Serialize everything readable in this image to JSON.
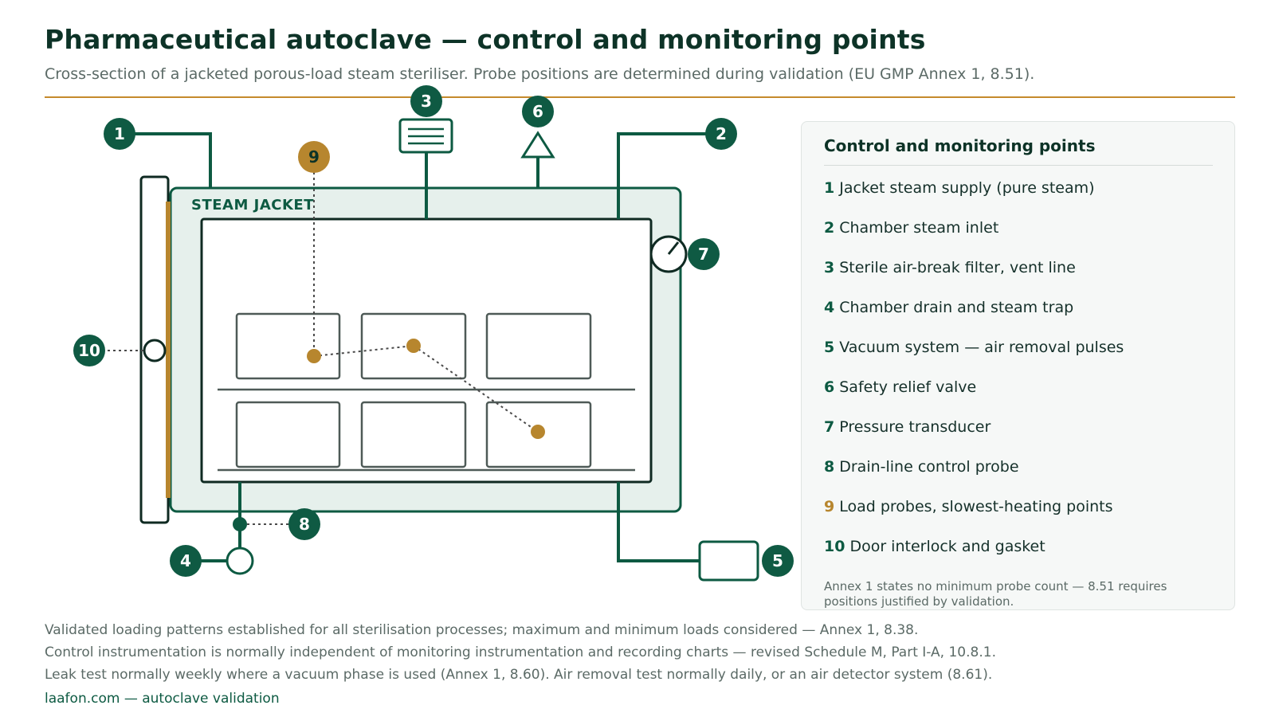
{
  "title": "Pharmaceutical autoclave — control and monitoring points",
  "subtitle": "Cross-section of a jacketed porous-load steam steriliser. Probe positions are determined during validation (EU GMP Annex 1, 8.51).",
  "diagram": {
    "jacket_label": "STEAM JACKET",
    "badges": {
      "b1": "1",
      "b2": "2",
      "b3": "3",
      "b4": "4",
      "b5": "5",
      "b6": "6",
      "b7": "7",
      "b8": "8",
      "b9": "9",
      "b10": "10"
    }
  },
  "legend": {
    "title": "Control and monitoring points",
    "items": [
      {
        "num": "1",
        "label": "Jacket steam supply (pure steam)"
      },
      {
        "num": "2",
        "label": "Chamber steam inlet"
      },
      {
        "num": "3",
        "label": "Sterile air-break filter, vent line"
      },
      {
        "num": "4",
        "label": "Chamber drain and steam trap"
      },
      {
        "num": "5",
        "label": "Vacuum system — air removal pulses"
      },
      {
        "num": "6",
        "label": "Safety relief valve"
      },
      {
        "num": "7",
        "label": "Pressure transducer"
      },
      {
        "num": "8",
        "label": "Drain-line control probe"
      },
      {
        "num": "9",
        "label": "Load probes, slowest-heating points"
      },
      {
        "num": "10",
        "label": "Door interlock and gasket"
      }
    ],
    "note": "Annex 1 states no minimum probe count — 8.51 requires positions justified by validation."
  },
  "footer": {
    "lines": [
      "Validated loading patterns established for all sterilisation processes; maximum and minimum loads considered — Annex 1, 8.38.",
      "Control instrumentation is normally independent of monitoring instrumentation and recording charts — revised Schedule M, Part I-A, 10.8.1.",
      "Leak test normally weekly where a vacuum phase is used (Annex 1, 8.60). Air removal test normally daily, or an air detector system (8.61)."
    ],
    "link": "laafon.com — autoclave validation"
  },
  "colors": {
    "green_dark": "#0d5a42",
    "green_badge": "#0f5a43",
    "jacket_fill": "#e6f0ec",
    "gold": "#b7862e",
    "accent_rule": "#c58a2c",
    "text_muted": "#5b6a66"
  }
}
